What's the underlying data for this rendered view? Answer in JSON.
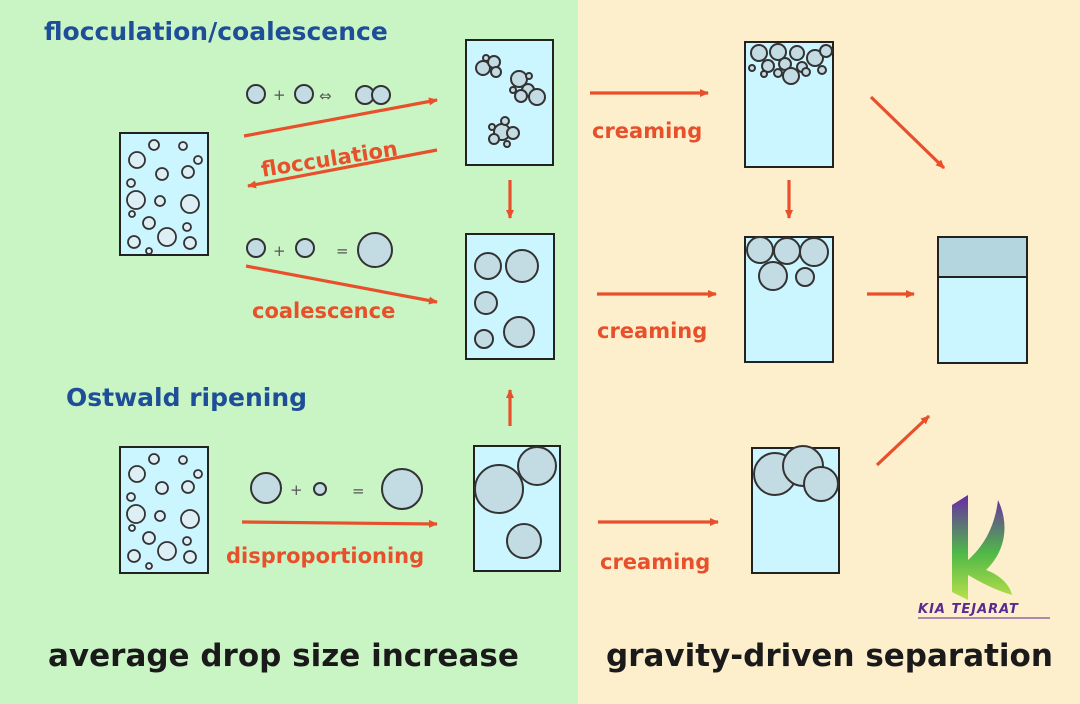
{
  "titles": {
    "flocculation_coalescence": "flocculation/coalescence",
    "ostwald_ripening": "Ostwald ripening",
    "left_footer": "average drop size increase",
    "right_footer": "gravity-driven separation"
  },
  "labels": {
    "flocculation": "flocculation",
    "coalescence": "coalescence",
    "disproportioning": "disproportioning",
    "creaming_top": "creaming",
    "creaming_middle": "creaming",
    "creaming_bottom": "creaming"
  },
  "equations": {
    "flocculation": {
      "plus": "+",
      "relation": "⇔"
    },
    "coalescence": {
      "plus": "+",
      "relation": "="
    },
    "ostwald": {
      "plus": "+",
      "relation": "="
    }
  },
  "logo": {
    "text": "KIA TEJARAT"
  },
  "colors": {
    "left_panel": "#c9f5c4",
    "right_panel": "#fdefcc",
    "box_fill": "#ccf6ff",
    "arrow": "#e8502c",
    "blue_title": "#1f4e99"
  }
}
